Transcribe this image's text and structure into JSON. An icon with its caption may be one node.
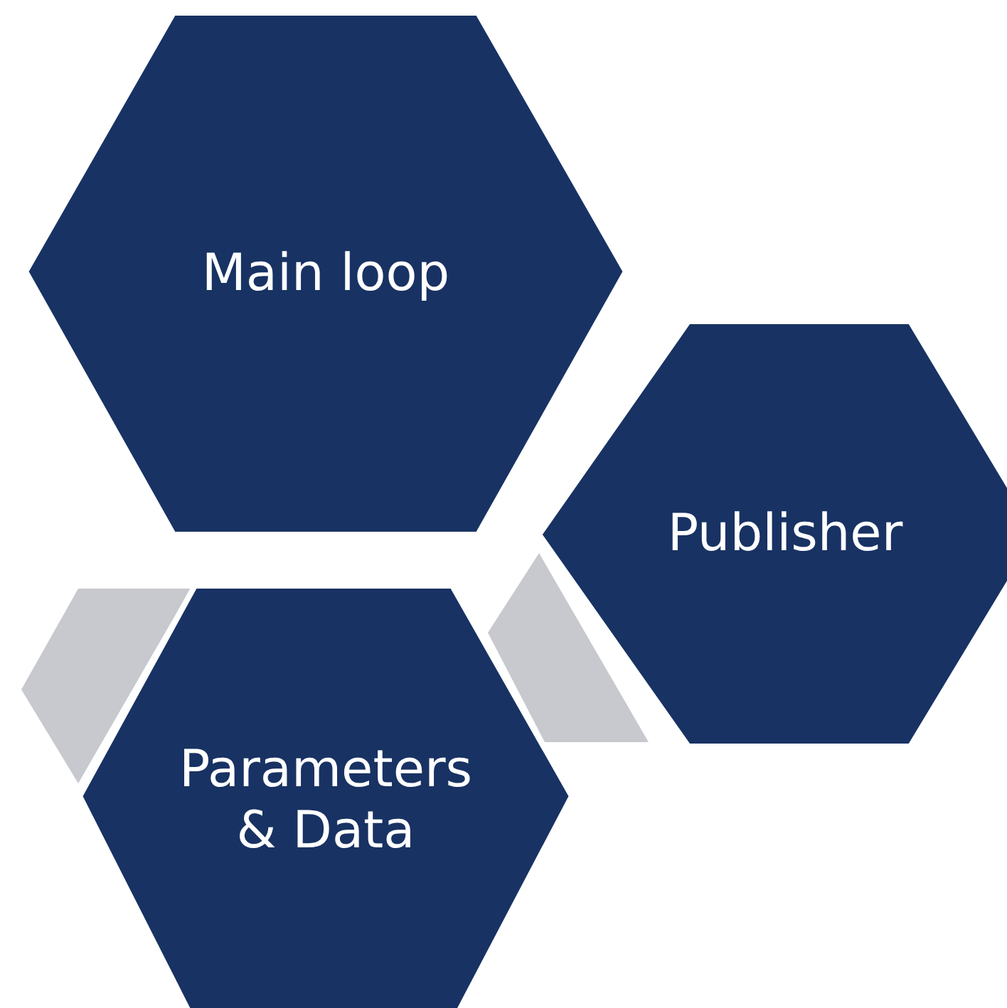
{
  "diagram": {
    "nodes": [
      {
        "text": [
          "Main loop"
        ]
      },
      {
        "text": [
          "Publisher"
        ]
      },
      {
        "text": [
          "Parameters & Data"
        ]
      },
      {
        "text": [],
        "shape": "hexagon"
      },
      {
        "text": [],
        "shape": "hexagon"
      }
    ]
  }
}
